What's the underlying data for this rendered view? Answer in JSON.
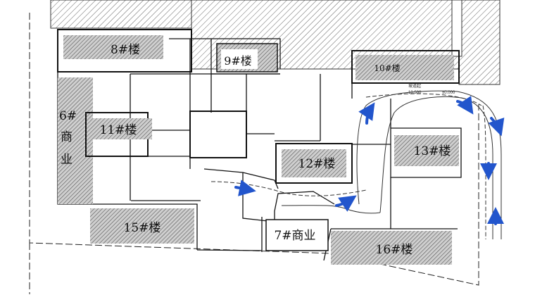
{
  "buildings": {
    "b8": "8#楼",
    "b9": "9#楼",
    "b10": "10#楼",
    "b6_line1": "6#",
    "b6_line2": "商",
    "b6_line3": "业",
    "b11": "11#楼",
    "b12": "12#楼",
    "b13": "13#楼",
    "b15": "15#楼",
    "b7": "7#商业",
    "b16": "16#楼"
  },
  "ramp": {
    "label": "坡道起",
    "elev_low": "-10.500",
    "elev_high": "±0.000"
  },
  "colors": {
    "hatch": "#555555",
    "wall": "#111111",
    "arrow": "#2255cc"
  },
  "icons": {
    "arrow": "traffic-arrow-icon"
  }
}
